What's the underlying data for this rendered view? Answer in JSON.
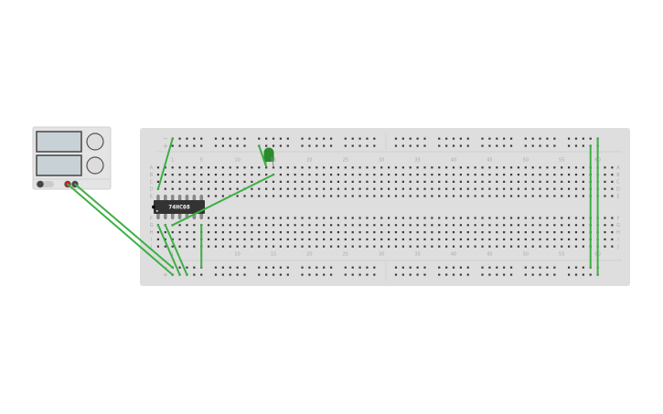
{
  "app": "circuit-editor",
  "colors": {
    "wire": "#3cb043",
    "breadboard": "#dedede",
    "hole": "#3a3a3a",
    "chip": "#333333",
    "led": "#2a8a2a",
    "rail_plus": "#f08080",
    "rail_minus": "#8fb4e0"
  },
  "breadboard": {
    "column_labels": [
      "1",
      "5",
      "10",
      "15",
      "20",
      "25",
      "30",
      "35",
      "40",
      "45",
      "50",
      "55",
      "60"
    ],
    "row_labels_top": [
      "A",
      "B",
      "C",
      "D",
      "E"
    ],
    "row_labels_bottom": [
      "F",
      "G",
      "H",
      "I",
      "J"
    ],
    "rail_minus": "−",
    "rail_plus": "+"
  },
  "chip": {
    "label": "74HC08"
  },
  "led": {
    "color": "green"
  },
  "power_supply": {
    "terminals": [
      "positive",
      "negative"
    ]
  }
}
